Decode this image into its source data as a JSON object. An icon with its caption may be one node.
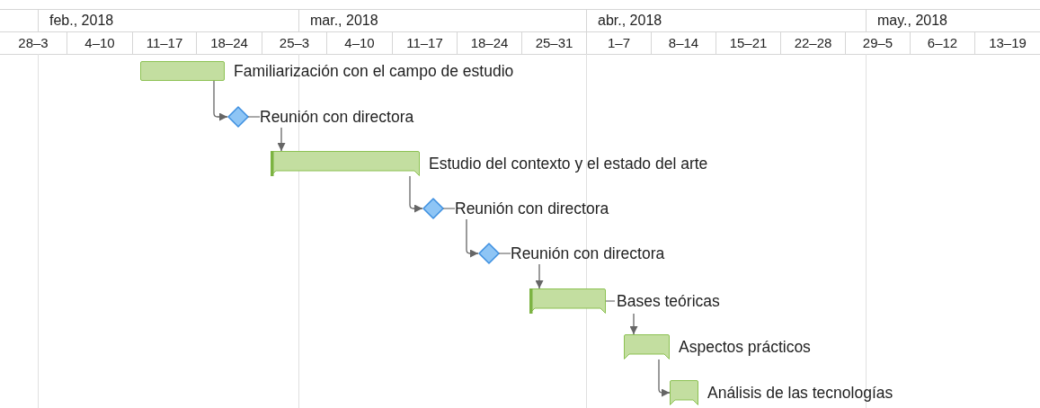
{
  "diagram": {
    "nodes": [
      {
        "text": [
          "Familiarización con el campo de estudio"
        ]
      },
      {
        "text": [
          "Reunión con directora"
        ]
      },
      {
        "text": [
          "Estudio del contexto y el estado del arte"
        ]
      },
      {
        "text": [
          "Reunión con directora"
        ]
      },
      {
        "text": [
          "Reunión con directora"
        ]
      },
      {
        "text": [
          "Bases teóricas"
        ]
      },
      {
        "text": [
          "Aspectos prácticos"
        ]
      },
      {
        "text": [
          "Análisis de las tecnologías"
        ]
      }
    ],
    "edges": [
      {
        "from": 0,
        "to": 1,
        "arrow": "to"
      },
      {
        "from": 1,
        "to": 2,
        "arrow": "to"
      },
      {
        "from": 2,
        "to": 3,
        "arrow": "to"
      },
      {
        "from": 3,
        "to": 4,
        "arrow": "to"
      },
      {
        "from": 4,
        "to": 5,
        "arrow": "to"
      },
      {
        "from": 5,
        "to": 6,
        "arrow": "to"
      },
      {
        "from": 6,
        "to": 7,
        "arrow": "to"
      }
    ],
    "labels": [
      "feb., 2018",
      "mar., 2018",
      "abr., 2018",
      "may., 2018",
      "28–3",
      "4–10",
      "11–17",
      "18–24",
      "25–3",
      "4–10",
      "11–17",
      "18–24",
      "25–31",
      "1–7",
      "8–14",
      "15–21",
      "22–28",
      "29–5",
      "6–12",
      "13–19"
    ]
  }
}
